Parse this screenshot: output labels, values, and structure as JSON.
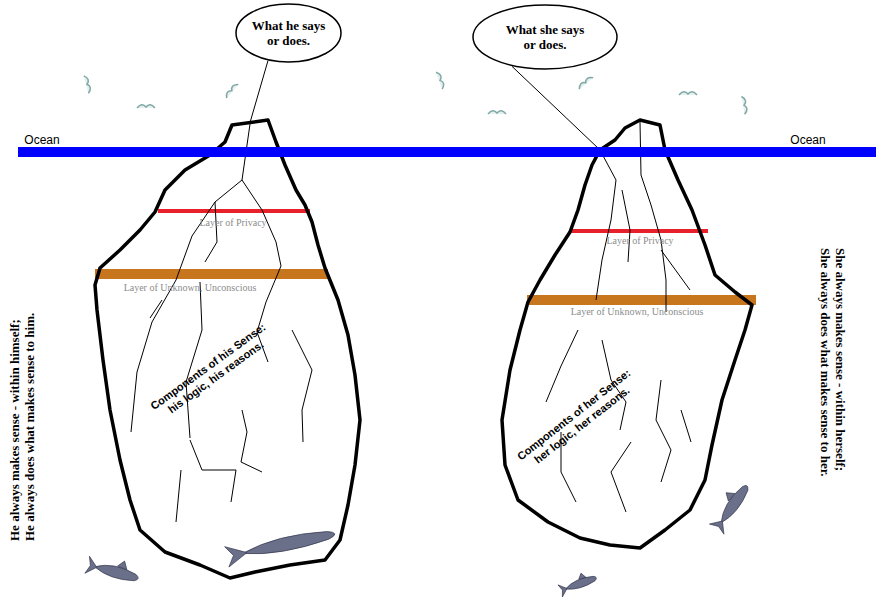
{
  "diagram": {
    "nodes": [
      {
        "text": [
          "What he says or does."
        ]
      },
      {
        "text": [
          "Layer of Privacy",
          "Layer of Unknown, Unconscious",
          "Components of his Sense: his logic, his reasons."
        ]
      },
      {
        "text": [
          "What she says or does."
        ]
      },
      {
        "text": [
          "Layer of Privacy",
          "Layer of Unknown, Unconscious",
          "Components of her Sense: her logic, her reasons."
        ]
      }
    ],
    "edges": [
      {
        "from": 0,
        "to": 1,
        "arrow": "none"
      },
      {
        "from": 2,
        "to": 3,
        "arrow": "none"
      }
    ],
    "labels": [
      "Ocean",
      "Ocean",
      "He always makes sense - within himself; He always does what makes sense to him.",
      "She always makes sense - within herself; She always does what makes sense to her."
    ]
  }
}
